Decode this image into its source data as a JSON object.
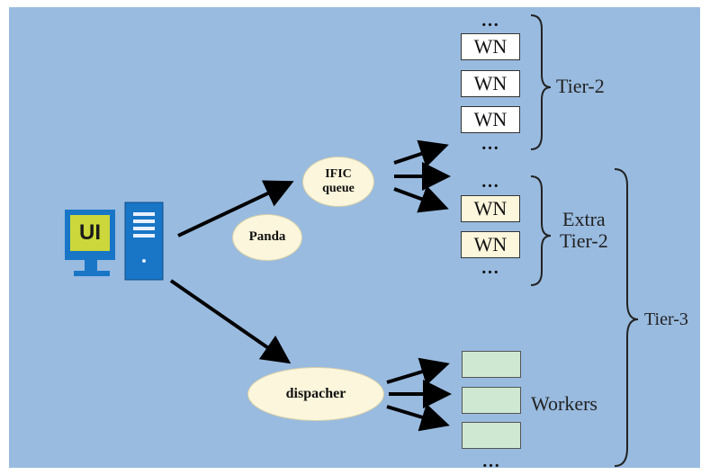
{
  "ui_icon": {
    "label": "UI"
  },
  "nodes": {
    "ific_queue": "IFIC\nqueue",
    "panda": "Panda",
    "dispatcher": "dispacher"
  },
  "tier2": {
    "wn": [
      "WN",
      "WN",
      "WN"
    ],
    "ellipsis": "…",
    "label": "Tier-2"
  },
  "extra_tier2": {
    "wn": [
      "WN",
      "WN"
    ],
    "ellipsis": "…",
    "label": "Extra\nTier-2"
  },
  "workers": {
    "count": 3,
    "ellipsis": "…",
    "label": "Workers"
  },
  "tier3": {
    "label": "Tier-3"
  },
  "colors": {
    "background": "#99bbe0",
    "ellipse_fill": "#fbf6dc",
    "worker_fill": "#cfe8d2",
    "monitor_screen": "#cbd73a",
    "computer_body": "#1976c7"
  }
}
